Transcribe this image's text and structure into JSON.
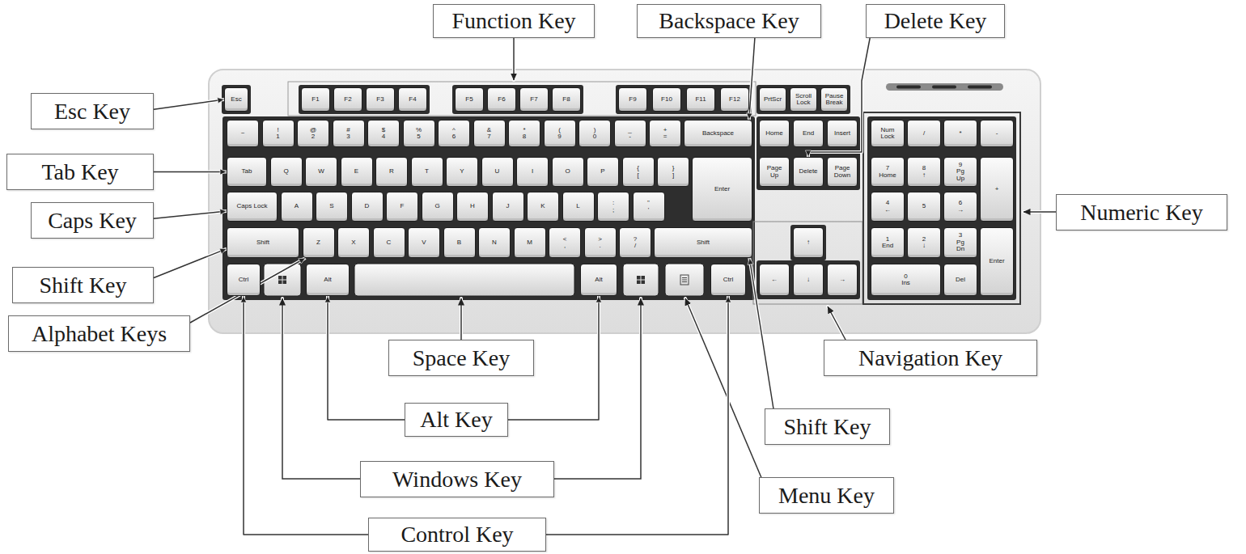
{
  "diagram": {
    "nodes": [
      {
        "text": [
          "Function Key"
        ]
      },
      {
        "text": [
          "Backspace Key"
        ]
      },
      {
        "text": [
          "Delete Key"
        ]
      },
      {
        "text": [
          "Esc Key"
        ]
      },
      {
        "text": [
          "Tab Key"
        ]
      },
      {
        "text": [
          "Caps Key"
        ]
      },
      {
        "text": [
          "Shift Key"
        ]
      },
      {
        "text": [
          "Alphabet Keys"
        ]
      },
      {
        "text": [
          "Numeric Key"
        ]
      },
      {
        "text": [
          "Navigation Key"
        ]
      },
      {
        "text": [
          "Space Key"
        ]
      },
      {
        "text": [
          "Alt Key"
        ]
      },
      {
        "text": [
          "Shift Key"
        ]
      },
      {
        "text": [
          "Windows Key"
        ]
      },
      {
        "text": [
          "Menu Key"
        ]
      },
      {
        "text": [
          "Control Key"
        ]
      },
      {
        "text": [
          "Esc"
        ]
      },
      {
        "text": [
          "F1"
        ]
      },
      {
        "text": [
          "F2"
        ]
      },
      {
        "text": [
          "F3"
        ]
      },
      {
        "text": [
          "F4"
        ]
      },
      {
        "text": [
          "F5"
        ]
      },
      {
        "text": [
          "F6"
        ]
      },
      {
        "text": [
          "F7"
        ]
      },
      {
        "text": [
          "F8"
        ]
      },
      {
        "text": [
          "F9"
        ]
      },
      {
        "text": [
          "F10"
        ]
      },
      {
        "text": [
          "F11"
        ]
      },
      {
        "text": [
          "F12"
        ]
      },
      {
        "text": [
          "PrtScr"
        ]
      },
      {
        "text": [
          "Scroll Lock"
        ]
      },
      {
        "text": [
          "Pause Break"
        ]
      },
      {
        "text": [
          "~"
        ]
      },
      {
        "text": [
          "! 1"
        ]
      },
      {
        "text": [
          "@ 2"
        ]
      },
      {
        "text": [
          "# 3"
        ]
      },
      {
        "text": [
          "$ 4"
        ]
      },
      {
        "text": [
          "% 5"
        ]
      },
      {
        "text": [
          "^ 6"
        ]
      },
      {
        "text": [
          "& 7"
        ]
      },
      {
        "text": [
          "* 8"
        ]
      },
      {
        "text": [
          "( 9"
        ]
      },
      {
        "text": [
          ") 0"
        ]
      },
      {
        "text": [
          "_ -"
        ]
      },
      {
        "text": [
          "+ ="
        ]
      },
      {
        "text": [
          "Backspace"
        ]
      },
      {
        "text": [
          "Home"
        ]
      },
      {
        "text": [
          "End"
        ]
      },
      {
        "text": [
          "Insert"
        ]
      },
      {
        "text": [
          "Num Lock"
        ]
      },
      {
        "text": [
          "/"
        ]
      },
      {
        "text": [
          "*"
        ]
      },
      {
        "text": [
          "-"
        ]
      },
      {
        "text": [
          "Tab"
        ]
      },
      {
        "text": [
          "Q"
        ]
      },
      {
        "text": [
          "W"
        ]
      },
      {
        "text": [
          "E"
        ]
      },
      {
        "text": [
          "R"
        ]
      },
      {
        "text": [
          "T"
        ]
      },
      {
        "text": [
          "Y"
        ]
      },
      {
        "text": [
          "U"
        ]
      },
      {
        "text": [
          "I"
        ]
      },
      {
        "text": [
          "O"
        ]
      },
      {
        "text": [
          "P"
        ]
      },
      {
        "text": [
          "{ ["
        ]
      },
      {
        "text": [
          "} ]"
        ]
      },
      {
        "text": [
          "Enter"
        ]
      },
      {
        "text": [
          "Page Up"
        ]
      },
      {
        "text": [
          "Delete"
        ]
      },
      {
        "text": [
          "Page Down"
        ]
      },
      {
        "text": [
          "7 Home"
        ]
      },
      {
        "text": [
          "8 ↑"
        ]
      },
      {
        "text": [
          "9 Pg Up"
        ]
      },
      {
        "text": [
          "+"
        ]
      },
      {
        "text": [
          "Caps Lock"
        ]
      },
      {
        "text": [
          "A"
        ]
      },
      {
        "text": [
          "S"
        ]
      },
      {
        "text": [
          "D"
        ]
      },
      {
        "text": [
          "F"
        ]
      },
      {
        "text": [
          "G"
        ]
      },
      {
        "text": [
          "H"
        ]
      },
      {
        "text": [
          "J"
        ]
      },
      {
        "text": [
          "K"
        ]
      },
      {
        "text": [
          "L"
        ]
      },
      {
        "text": [
          ": ;"
        ]
      },
      {
        "text": [
          "\" '"
        ]
      },
      {
        "text": [
          "4 ←"
        ]
      },
      {
        "text": [
          "5"
        ]
      },
      {
        "text": [
          "6 →"
        ]
      },
      {
        "text": [
          "Shift"
        ]
      },
      {
        "text": [
          "Z"
        ]
      },
      {
        "text": [
          "X"
        ]
      },
      {
        "text": [
          "C"
        ]
      },
      {
        "text": [
          "V"
        ]
      },
      {
        "text": [
          "B"
        ]
      },
      {
        "text": [
          "N"
        ]
      },
      {
        "text": [
          "M"
        ]
      },
      {
        "text": [
          "< ,"
        ]
      },
      {
        "text": [
          "> ."
        ]
      },
      {
        "text": [
          "? /"
        ]
      },
      {
        "text": [
          "Shift"
        ]
      },
      {
        "text": [
          "↑"
        ]
      },
      {
        "text": [
          "1 End"
        ]
      },
      {
        "text": [
          "2 ↓"
        ]
      },
      {
        "text": [
          "3 Pg Dn"
        ]
      },
      {
        "text": [
          "Enter"
        ]
      },
      {
        "text": [
          "Ctrl"
        ]
      },
      {
        "text": [
          "Alt"
        ]
      },
      {
        "text": [
          "Alt"
        ]
      },
      {
        "text": [
          "Ctrl"
        ]
      },
      {
        "text": [
          "←"
        ]
      },
      {
        "text": [
          "↓"
        ]
      },
      {
        "text": [
          "→"
        ]
      },
      {
        "text": [
          "0 Ins"
        ]
      },
      {
        "text": [
          "Del"
        ]
      }
    ],
    "edges": [
      {
        "from": 1,
        "to": 45,
        "arrow": "to"
      },
      {
        "from": 2,
        "to": 68,
        "arrow": "to"
      },
      {
        "from": 3,
        "to": 16,
        "arrow": "to"
      },
      {
        "from": 4,
        "to": 53,
        "arrow": "to"
      },
      {
        "from": 5,
        "to": 74,
        "arrow": "to"
      },
      {
        "from": 6,
        "to": 89,
        "arrow": "to"
      },
      {
        "from": 7,
        "to": 90,
        "arrow": "to"
      },
      {
        "from": 11,
        "to": 107,
        "arrow": "to"
      },
      {
        "from": 11,
        "to": 108,
        "arrow": "to"
      },
      {
        "from": 12,
        "to": 100,
        "arrow": "to"
      },
      {
        "from": 15,
        "to": 106,
        "arrow": "to"
      },
      {
        "from": 15,
        "to": 109,
        "arrow": "to"
      }
    ]
  }
}
